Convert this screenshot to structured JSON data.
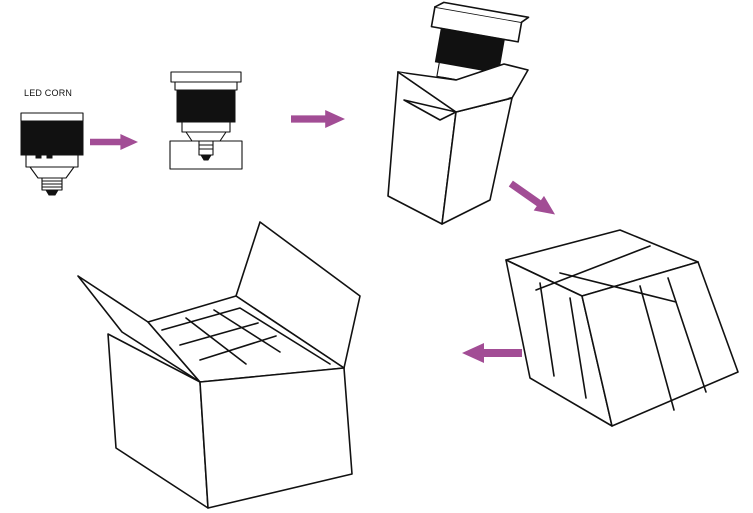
{
  "diagram": {
    "label": "LED CORN",
    "colors": {
      "arrow": "#a24d95",
      "line": "#111111",
      "background": "#ffffff"
    },
    "steps": [
      {
        "name": "led-corn-lamp"
      },
      {
        "name": "lamp-with-lid-and-insert"
      },
      {
        "name": "lamp-inserted-in-carton"
      },
      {
        "name": "six-cartons-stacked"
      },
      {
        "name": "cartons-packed-in-master-box"
      }
    ]
  }
}
